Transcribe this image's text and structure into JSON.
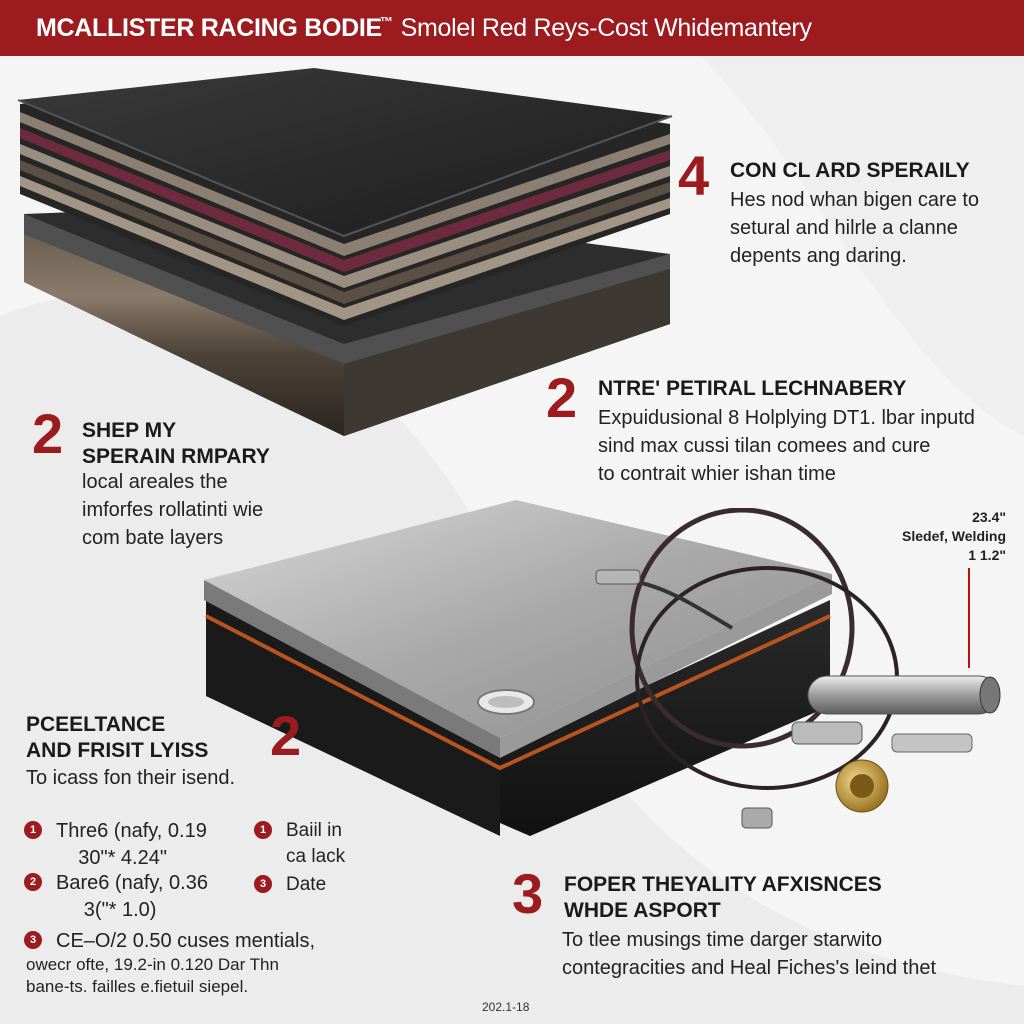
{
  "header": {
    "title_main": "MCALLISTER RACING BODIE",
    "title_tm": "™",
    "title_sub": "Smolel Red Reys-Cost Whidemantery"
  },
  "section_top_right": {
    "number": "4",
    "heading": "CON CL ARD SPERAILY",
    "lines": [
      "Hes nod whan bigen care to",
      "setural and hilrle a clanne",
      "depents ang daring."
    ]
  },
  "section_mid_right": {
    "number": "2",
    "heading": "NTRE' PETIRAL LECHNABERY",
    "lines": [
      "Expuidusional 8 Holplying DT1. lbar inputd",
      "sind max cussi tilan comees and cure",
      "to contrait whier ishan time"
    ]
  },
  "section_left": {
    "number": "2",
    "heading_lines": [
      "SHEP MY",
      "SPERAIN RMPARY"
    ],
    "lines": [
      "local areales the",
      "imforfes rollatinti wie",
      "com bate layers"
    ]
  },
  "dimension_label": {
    "lines": [
      "23.4\"",
      "Sledef, Welding",
      "1 1.2\""
    ]
  },
  "section_lower_left": {
    "number": "2",
    "heading_lines": [
      "PCEELTANCE",
      "AND FRISIT LYISS"
    ],
    "lines": [
      "To icass fon their isend."
    ]
  },
  "bullets": [
    {
      "marker": "1",
      "lines": [
        "Thre6 (nafy, 0.19",
        "    30\"* 4.24\""
      ]
    },
    {
      "marker": "1",
      "lines": [
        "Baiil in",
        "ca lack"
      ]
    },
    {
      "marker": "2",
      "lines": [
        "Bare6 (nafy, 0.36",
        "     3(\"* 1.0)"
      ]
    },
    {
      "marker": "3",
      "lines": [
        "Date"
      ]
    },
    {
      "marker": "3",
      "lines": [
        "CE–O/2 0.50 cuses mentials,",
        "owecr ofte, 19.2-in 0.120 Dar Thn",
        "bane-ts. failles e.fietuil siepel."
      ]
    }
  ],
  "section_bottom_right": {
    "number": "3",
    "heading_lines": [
      "FOPER THEYALITY AFXISNCES",
      "WHDE ASPORT"
    ],
    "lines": [
      "To tlee musings time darger starwito",
      "contegracities and Heal Fiches's leind thet"
    ]
  },
  "footer": {
    "code": "202.1-18"
  },
  "colors": {
    "accent": "#9b1b1e",
    "background": "#f5f5f5"
  },
  "icons": [
    "layered-panel-stack",
    "aluminum-panel-block",
    "brake-line-fittings"
  ]
}
